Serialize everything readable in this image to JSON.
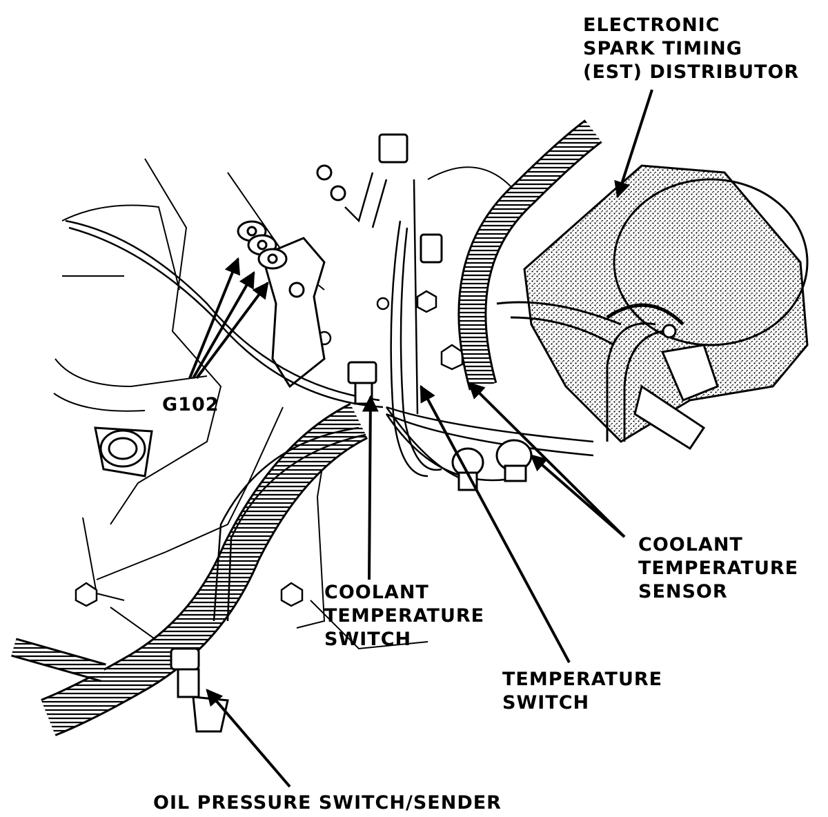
{
  "labels": {
    "est_distributor": [
      "ELECTRONIC",
      "SPARK TIMING",
      "(EST) DISTRIBUTOR"
    ],
    "g102": "G102",
    "coolant_temperature_switch": [
      "COOLANT",
      "TEMPERATURE",
      "SWITCH"
    ],
    "coolant_temperature_sensor": [
      "COOLANT",
      "TEMPERATURE",
      "SENSOR"
    ],
    "temperature_switch": [
      "TEMPERATURE",
      "SWITCH"
    ],
    "oil_pressure_switch_sender": "OIL PRESSURE SWITCH/SENDER"
  },
  "style": {
    "ink": "#000000",
    "paper": "#ffffff"
  }
}
